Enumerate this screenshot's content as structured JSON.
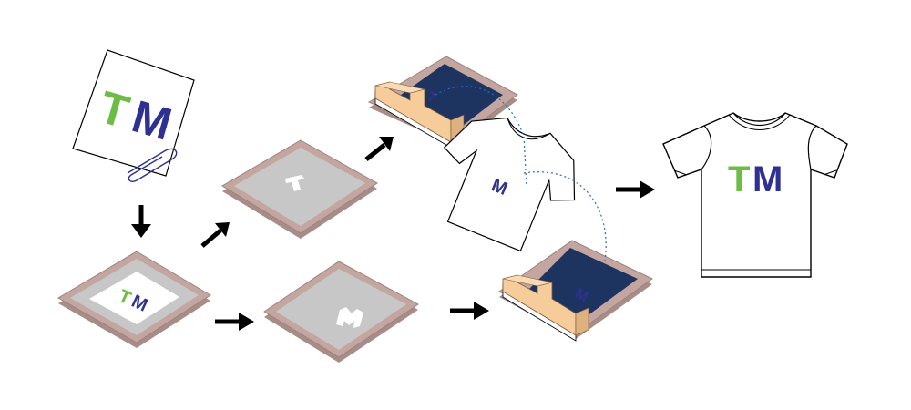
{
  "artwork": {
    "letter_t": "T",
    "letter_m": "M",
    "colors": {
      "t_green": "#6cbd45",
      "m_blue": "#2e3192",
      "screen_frame": "#c4a6a0",
      "screen_mesh": "#c7c7c7",
      "ink_navy": "#1d3461",
      "squeegee_wood": "#f6cc9b",
      "arrow": "#000000",
      "dotted_path": "#2a6ebb"
    }
  },
  "final_shirt": {
    "letter_t": "T",
    "letter_m": "M"
  },
  "steps": [
    "artwork-design",
    "exposed-screen",
    "t-stencil-screen",
    "m-stencil-screen",
    "print-t-color",
    "print-m-color",
    "printed-shirt"
  ]
}
